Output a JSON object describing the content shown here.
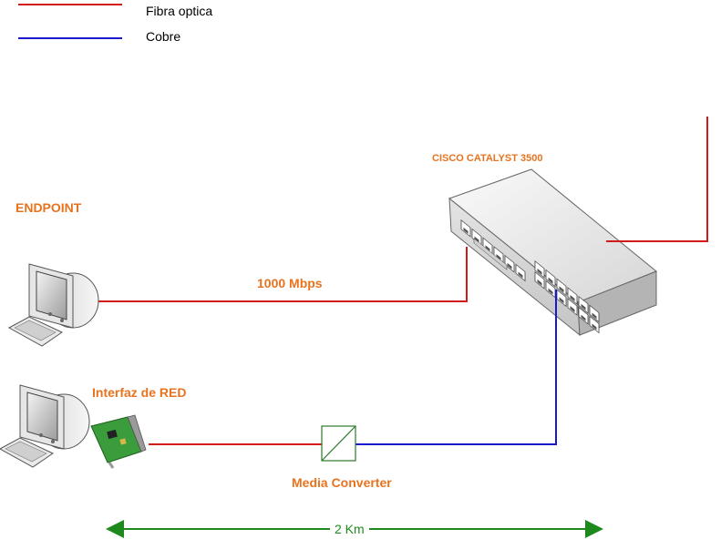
{
  "colors": {
    "fiber": "#d21a1a",
    "copper": "#1a1acc",
    "label_orange": "#e8731f",
    "distance_green": "#1e8a1e"
  },
  "legend": {
    "items": [
      {
        "label": "Fibra optica",
        "color": "#d21a1a"
      },
      {
        "label": "Cobre",
        "color": "#1a1acc"
      }
    ]
  },
  "labels": {
    "endpoint": "ENDPOINT",
    "switch": "CISCO CATALYST 3500",
    "link_speed": "1000 Mbps",
    "nic": "Interfaz de RED",
    "media_converter": "Media Converter",
    "distance": "2 Km"
  },
  "icons": {
    "computer_top": "desktop-computer-icon",
    "computer_bottom": "desktop-computer-icon",
    "nic": "network-interface-card-icon",
    "converter": "media-converter-icon",
    "switch": "network-switch-icon"
  }
}
